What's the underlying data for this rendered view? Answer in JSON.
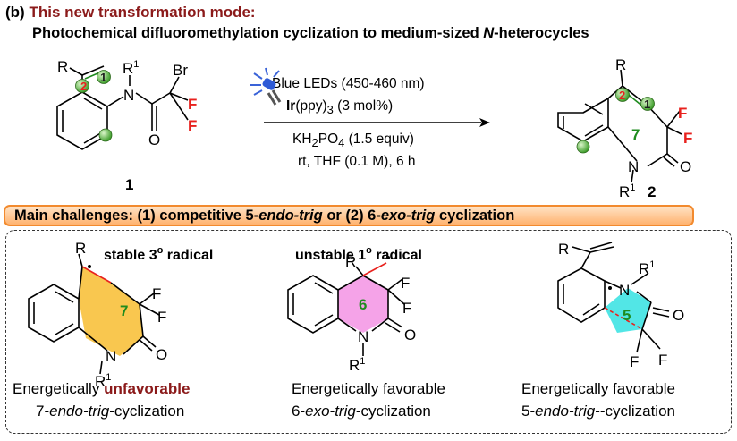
{
  "header": {
    "label": "(b)",
    "title": "This new transformation mode:",
    "subtitle_a": "Photochemical difluoromethylation cyclization to medium-sized ",
    "subtitle_b": "N",
    "subtitle_c": "-heterocycles"
  },
  "conditions": {
    "line1": "Blue LEDs (450-460 nm)",
    "line2_a": "Ir",
    "line2_b": "(ppy)",
    "line2_c": "3",
    "line2_d": " (3 mol%)",
    "line3_a": "KH",
    "line3_b": "2",
    "line3_c": "PO",
    "line3_d": "4",
    "line3_e": " (1.5 equiv)",
    "line4": "rt, THF (0.1 M), 6 h"
  },
  "compounds": {
    "start": "1",
    "product": "2"
  },
  "atoms": {
    "R": "R",
    "R1": "R",
    "sup1": "1",
    "N": "N",
    "O": "O",
    "Br": "Br",
    "F": "F",
    "label1": "1",
    "label2": "2",
    "ring7": "7",
    "ring6": "6",
    "ring5": "5"
  },
  "banner": {
    "text_a": "Main challenges: (1) competitive 5-",
    "text_b": "endo-trig",
    "text_c": " or (2) 6-",
    "text_d": "exo-trig",
    "text_e": " cyclization"
  },
  "radicals": {
    "stable_a": "stable 3",
    "stable_b": "o",
    "stable_c": " radical",
    "unstable_a": "unstable 1",
    "unstable_b": "o",
    "unstable_c": " radical"
  },
  "pathways": [
    {
      "line1_a": "Energetically ",
      "line1_b": "unfavorable",
      "line2_a": "7-",
      "line2_b": "endo-trig",
      "line2_c": "-cyclization"
    },
    {
      "line1_a": "Energetically favorable",
      "line2_a": "6-",
      "line2_b": "exo-trig",
      "line2_c": "-cyclization"
    },
    {
      "line1_a": "Energetically favorable",
      "line2_a": "5-",
      "line2_b": "endo-trig",
      "line2_c": "--cyclization"
    }
  ],
  "colors": {
    "title_red": "#8b1a1a",
    "fluorine_red": "#e8211d",
    "ring_green": "#1e8b1e",
    "ball_green": "#6cc24a",
    "banner_orange": "#f28a2e",
    "ring7_fill": "#f9c74f",
    "ring6_fill": "#f5a3e8",
    "ring5_fill": "#52e6e6",
    "new_bond_red": "#e8211d"
  }
}
